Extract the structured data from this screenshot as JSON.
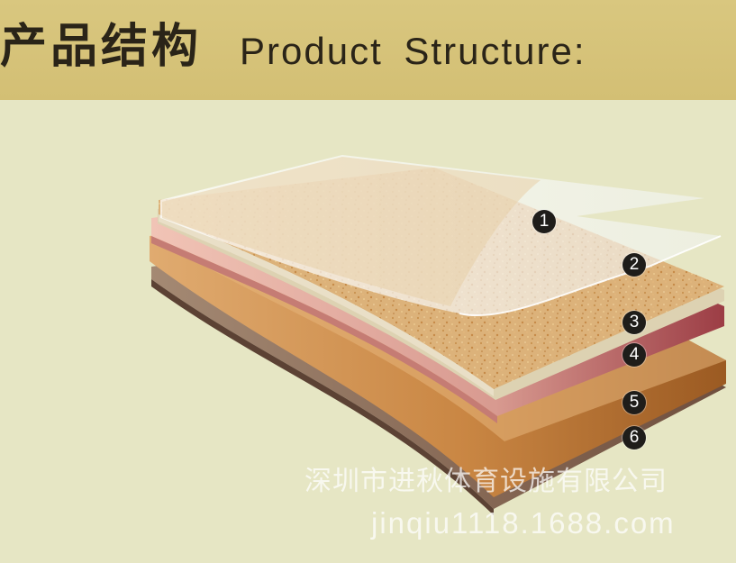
{
  "header": {
    "title_cn": "产品结构",
    "title_en": "Product Structure:"
  },
  "layers": [
    {
      "number": "1",
      "color": "#eef0ef"
    },
    {
      "number": "2",
      "color": "#ddb57e"
    },
    {
      "number": "3",
      "color": "#e8dcc0"
    },
    {
      "number": "4",
      "color": "#a94f52"
    },
    {
      "number": "5",
      "color": "#b96f2c"
    },
    {
      "number": "6",
      "color": "#8a6c55"
    }
  ],
  "watermark": {
    "company": "深圳市进秋体育设施有限公司",
    "url": "jinqiu1118.1688.com"
  }
}
